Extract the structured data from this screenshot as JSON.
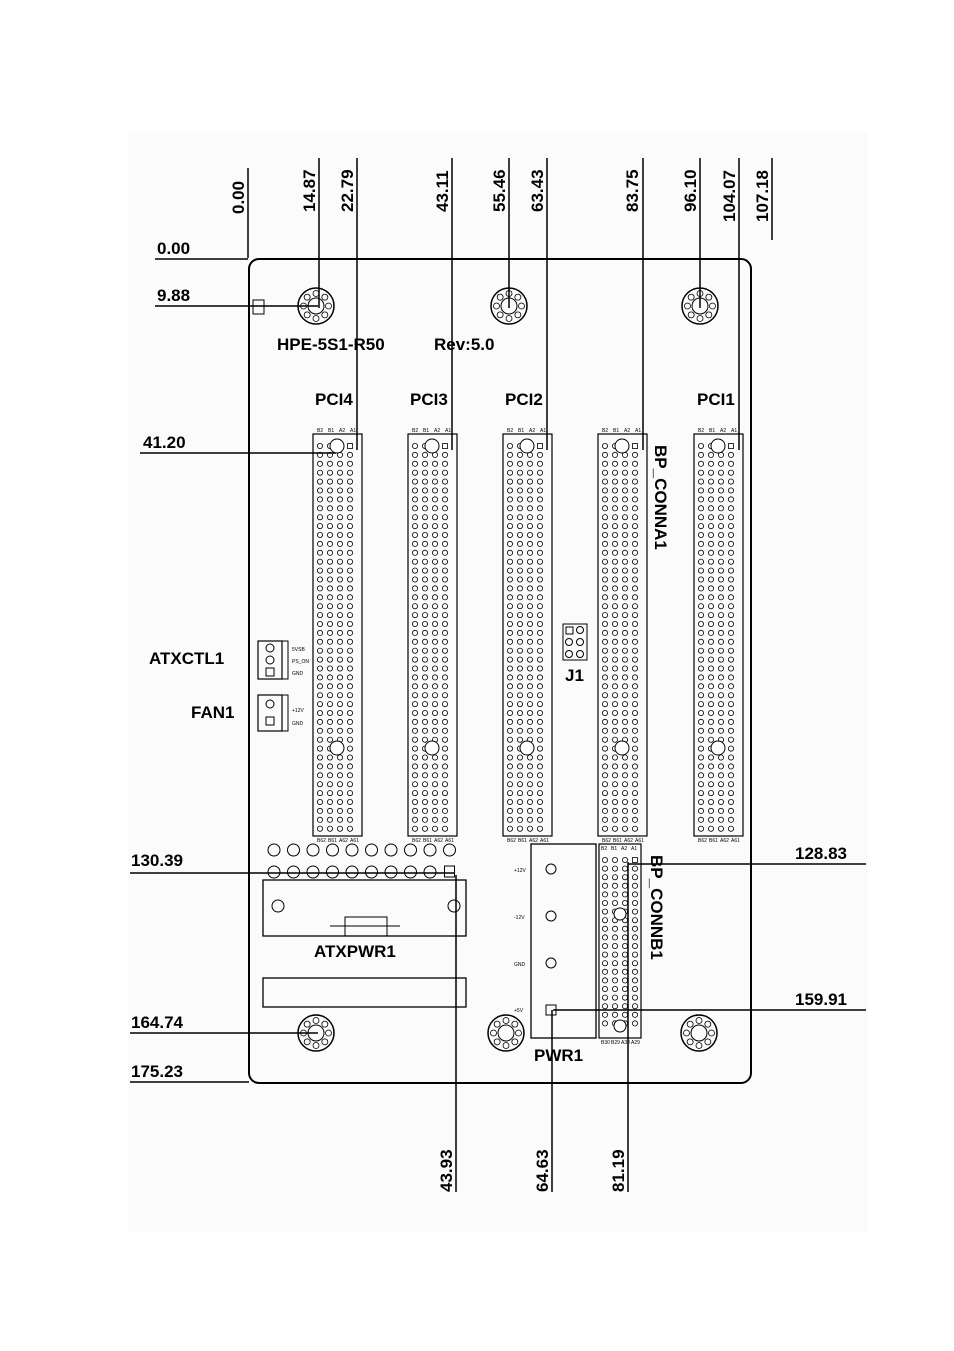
{
  "board": {
    "model": "HPE-5S1-R50",
    "revision": "Rev:5.0"
  },
  "dimensions": {
    "horizontal_top": [
      "0.00",
      "14.87",
      "22.79",
      "43.11",
      "55.46",
      "63.43",
      "83.75",
      "96.10",
      "104.07",
      "107.18"
    ],
    "horizontal_bottom": [
      "43.93",
      "64.63",
      "81.19"
    ],
    "vertical_left": [
      "0.00",
      "9.88",
      "41.20",
      "130.39",
      "164.74",
      "175.23"
    ],
    "vertical_right": [
      "128.83",
      "159.91"
    ]
  },
  "slots": [
    "PCI4",
    "PCI3",
    "PCI2",
    "PCI1"
  ],
  "connectors": {
    "bp_conna": "BP_CONNA1",
    "bp_connb": "BP_CONNB1",
    "j1": "J1",
    "atxctl": "ATXCTL1",
    "fan": "FAN1",
    "atxpwr": "ATXPWR1",
    "pwr": "PWR1"
  },
  "small_labels": {
    "atxctl_pins": [
      "5VSB",
      "PS_ON",
      "GND"
    ],
    "fan_pins": [
      "+12V",
      "GND"
    ],
    "pwr_pins": [
      "+12V",
      "-12V",
      "GND",
      "+5V"
    ],
    "slot_pins_top": [
      "B2",
      "B1",
      "A2",
      "A1"
    ],
    "slot_pins_bottom": [
      "B62",
      "B61",
      "A62",
      "A61"
    ],
    "connb_pins_top": [
      "B2",
      "B1",
      "A2",
      "A1"
    ],
    "connb_pins_bottom": [
      "B30",
      "B29",
      "A30",
      "A29"
    ]
  }
}
